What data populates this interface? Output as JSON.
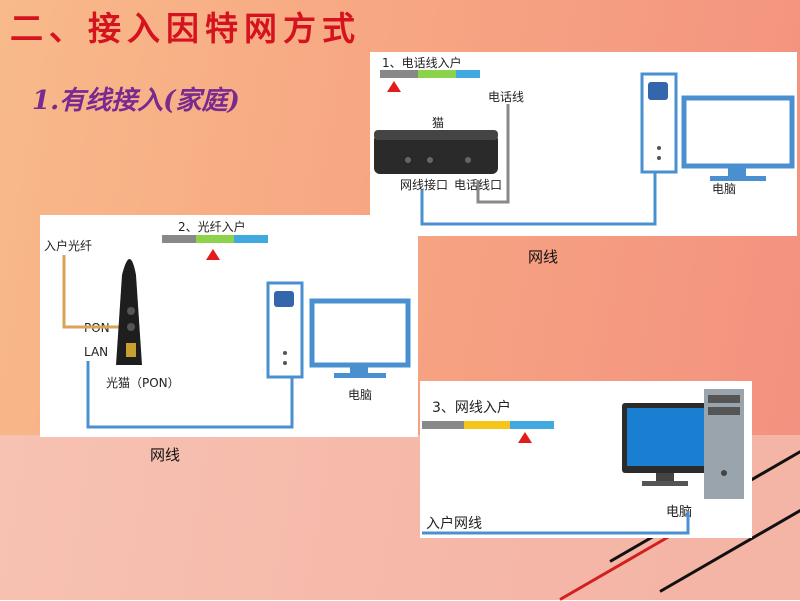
{
  "title": "二、接入因特网方式",
  "subtitle": "1.有线接入(家庭)",
  "panel_phone": {
    "header": "1、电话线入户",
    "label_phoneline": "电话线",
    "label_modem": "猫",
    "label_lan_port": "网线接口",
    "label_phone_port": "电话线口",
    "label_pc": "电脑",
    "caption": "网线"
  },
  "panel_fiber": {
    "header": "2、光纤入户",
    "label_fiber": "入户光纤",
    "label_pon": "PON",
    "label_lan": "LAN",
    "label_onu": "光猫（PON）",
    "label_pc": "电脑",
    "caption": "网线"
  },
  "panel_ethernet": {
    "header": "3、网线入户",
    "label_pc": "电脑",
    "label_cable": "入户网线"
  },
  "colors": {
    "title": "#d5131f",
    "subtitle": "#7a2a8f",
    "gray": "#888888",
    "green": "#8ad34a",
    "blue": "#3fa9e0",
    "yellow": "#f5c518",
    "cable": "#4a90d0",
    "fiber": "#d9a35a",
    "marker": "#e41b1b"
  }
}
